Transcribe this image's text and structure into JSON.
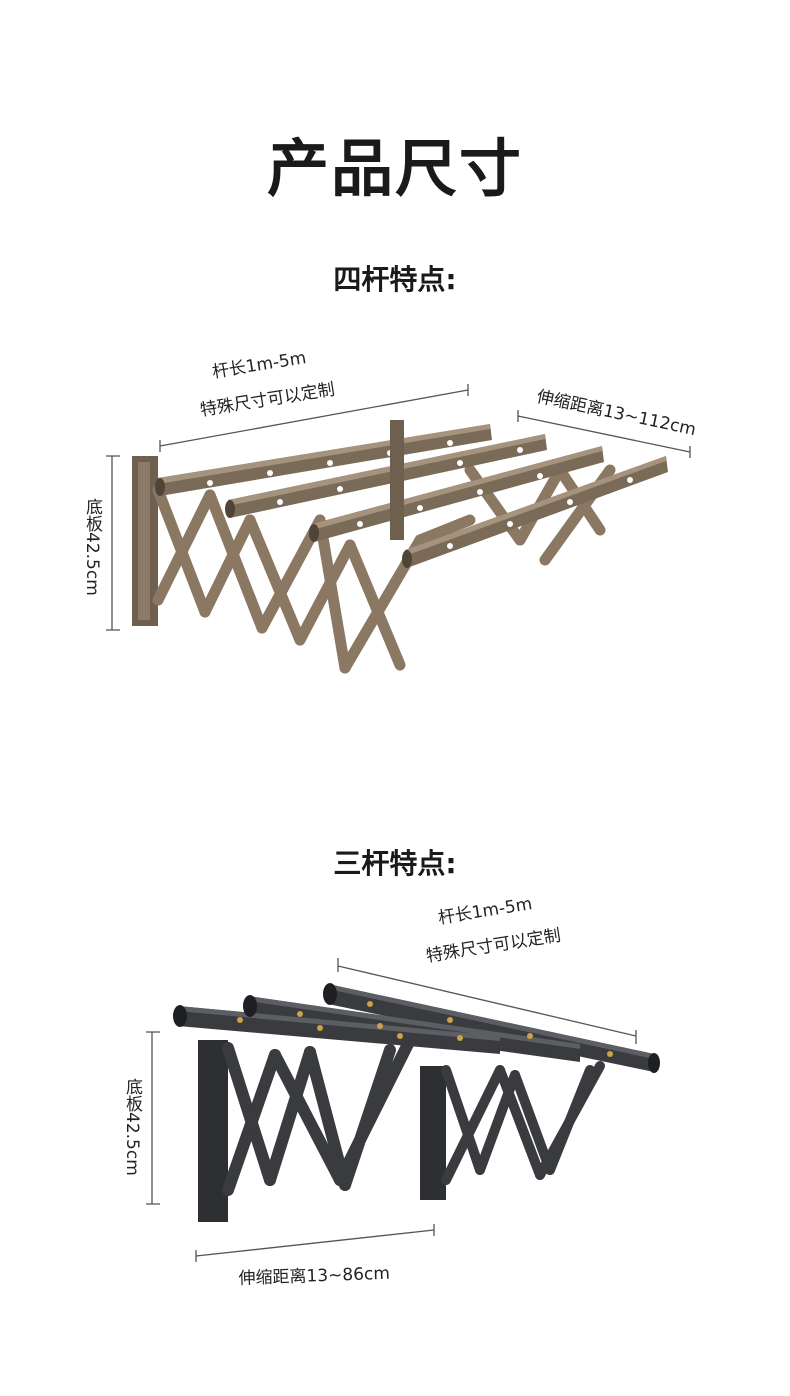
{
  "page_title": "产品尺寸",
  "four_bar": {
    "heading": "四杆特点:",
    "bar_length": "杆长1m-5m",
    "custom_note": "特殊尺寸可以定制",
    "extension": "伸缩距离13~112cm",
    "base_plate": "底板42.5cm",
    "color": "#7a6a58"
  },
  "three_bar": {
    "heading": "三杆特点:",
    "bar_length": "杆长1m-5m",
    "custom_note": "特殊尺寸可以定制",
    "extension": "伸缩距离13~86cm",
    "base_plate": "底板42.5cm",
    "color": "#3a3b3f"
  }
}
